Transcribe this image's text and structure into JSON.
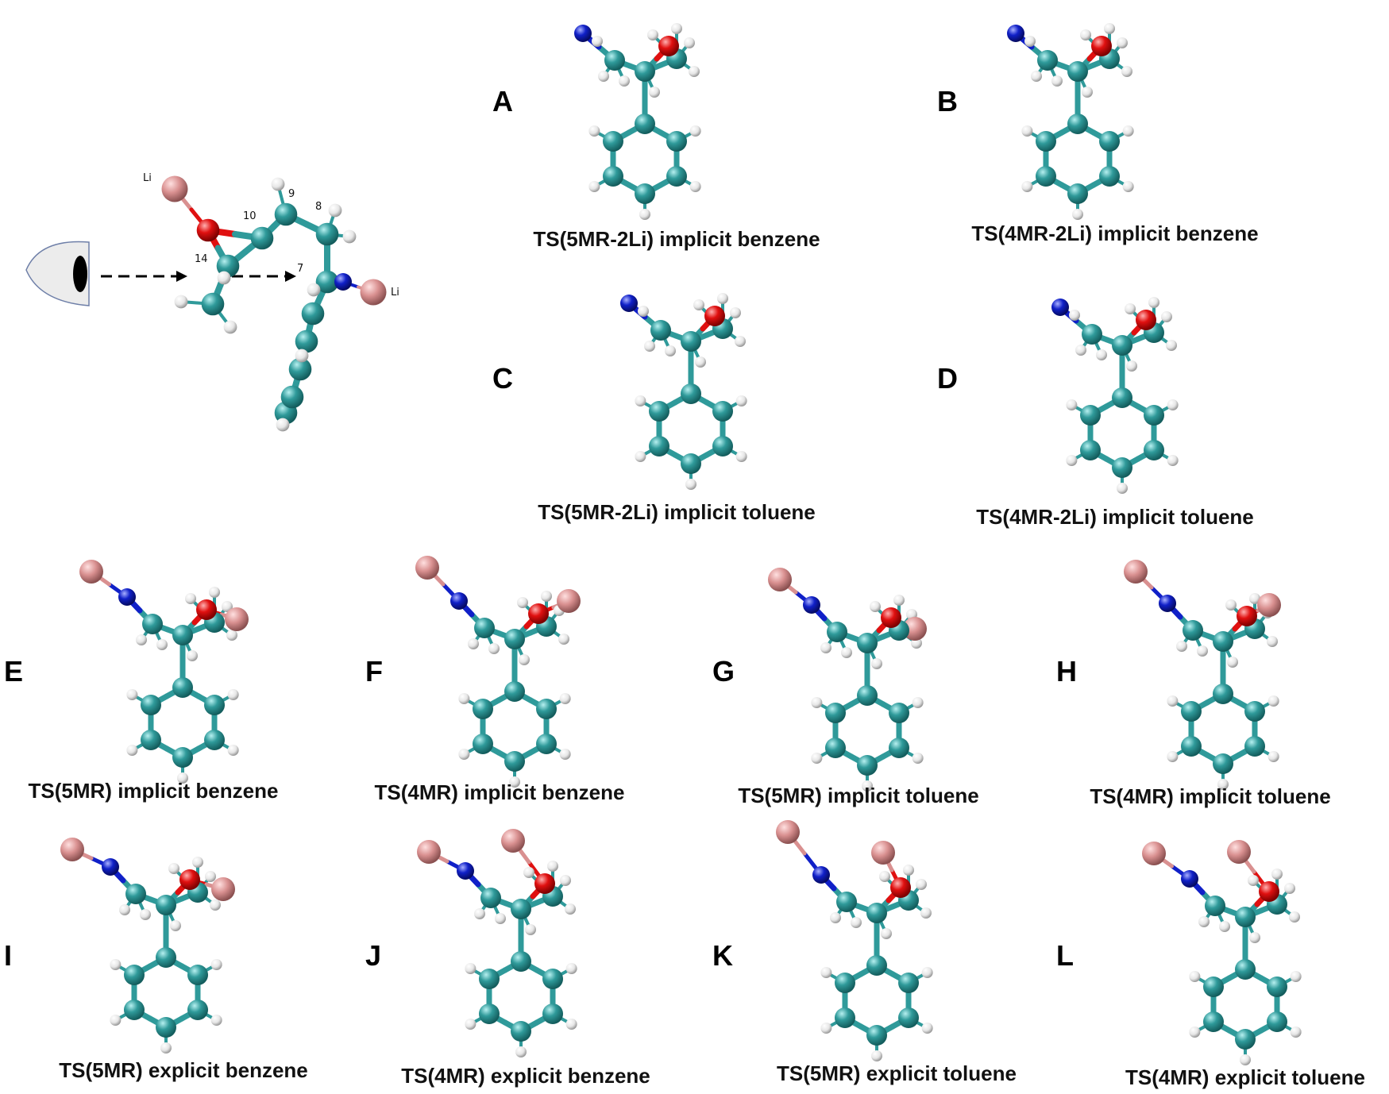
{
  "schematic": {
    "li_top": "Li",
    "li_right": "Li",
    "atom_numbers": [
      "9",
      "8",
      "10",
      "14",
      "7"
    ]
  },
  "structures": [
    {
      "letter": "A",
      "caption": "TS(5MR-2Li) implicit benzene"
    },
    {
      "letter": "B",
      "caption": "TS(4MR-2Li) implicit benzene"
    },
    {
      "letter": "C",
      "caption": "TS(5MR-2Li) implicit toluene"
    },
    {
      "letter": "D",
      "caption": "TS(4MR-2Li) implicit toluene"
    },
    {
      "letter": "E",
      "caption": "TS(5MR) implicit benzene"
    },
    {
      "letter": "F",
      "caption": "TS(4MR) implicit benzene"
    },
    {
      "letter": "G",
      "caption": "TS(5MR) implicit toluene"
    },
    {
      "letter": "H",
      "caption": "TS(4MR) implicit toluene"
    },
    {
      "letter": "I",
      "caption": "TS(5MR) explicit benzene"
    },
    {
      "letter": "J",
      "caption": "TS(4MR) explicit benzene"
    },
    {
      "letter": "K",
      "caption": "TS(5MR) explicit toluene"
    },
    {
      "letter": "L",
      "caption": "TS(4MR) explicit toluene"
    }
  ],
  "colors": {
    "carbon": "#2f9a9a",
    "hydrogen": "#ededed",
    "oxygen": "#e01010",
    "nitrogen": "#1020c8",
    "lithium": "#d99090",
    "bond": "#2f9a9a"
  }
}
